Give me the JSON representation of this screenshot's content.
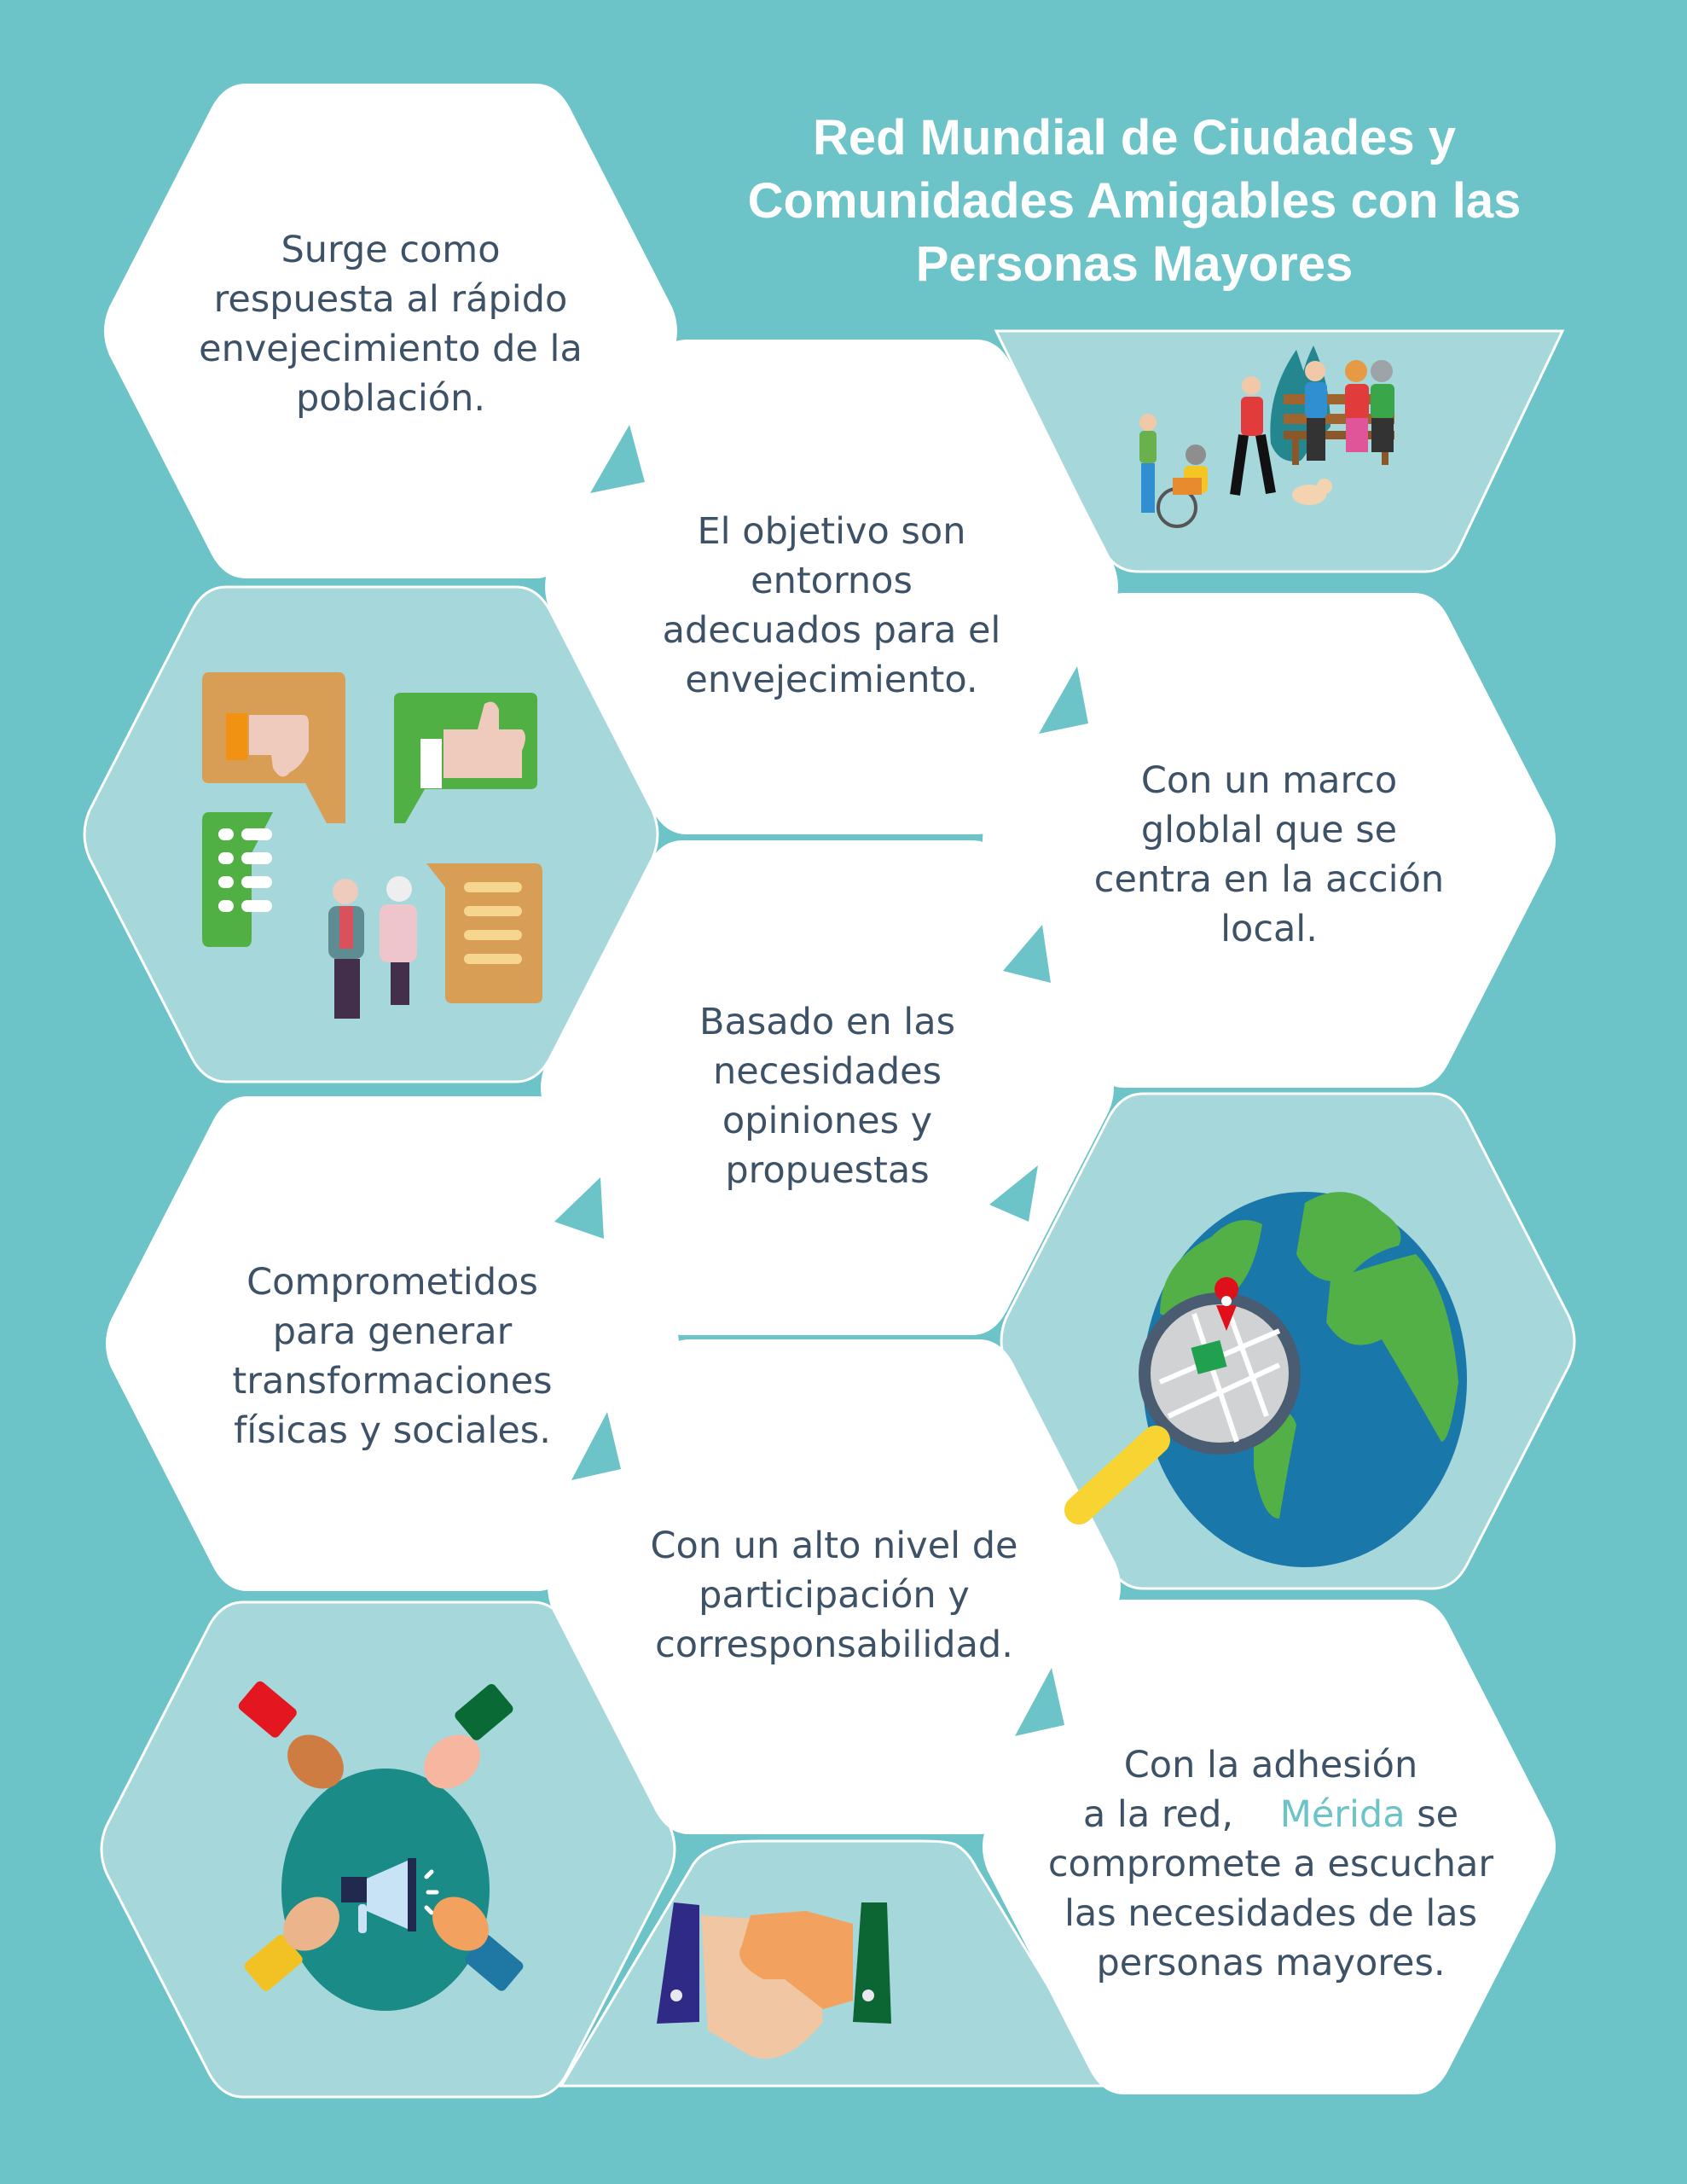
{
  "title": {
    "lines": [
      "Red Mundial de Ciudades y",
      "Comunidades Amigables con las",
      "Personas Mayores"
    ]
  },
  "colors": {
    "background": "#6cc3c8",
    "hex_white": "#ffffff",
    "hex_image_fill": "#a6d7db",
    "text": "#3d5167",
    "accent": "#6cc3c8"
  },
  "hexagons": {
    "h1": {
      "lines": [
        "Surge como",
        "respuesta al rápido",
        "envejecimiento de la",
        "población."
      ]
    },
    "h2": {
      "lines": [
        "El objetivo son",
        "entornos",
        "adecuados para el",
        "envejecimiento."
      ]
    },
    "h3": {
      "lines": [
        "Con un marco",
        "globlal que se",
        "centra en la acción",
        "local."
      ]
    },
    "h4": {
      "lines": [
        "Basado en las",
        "necesidades",
        "opiniones y",
        "propuestas"
      ]
    },
    "h5": {
      "lines": [
        "Comprometidos",
        "para generar",
        "transformaciones",
        "físicas y sociales."
      ]
    },
    "h6": {
      "lines": [
        "Con un alto nivel de",
        "participación y",
        "corresponsabilidad."
      ]
    },
    "h7": {
      "line1": "Con la adhesión",
      "line2_prefix": "a la red,",
      "line2_accent": "Mérida",
      "line2_suffix": "se",
      "line3": "compromete a escuchar",
      "line4": "las necesidades de las",
      "line5": "personas mayores."
    }
  },
  "illustrations": {
    "top_right": "elderly-people-park-icon",
    "left_1": "feedback-opinions-icon",
    "right_globe": "globe-magnifier-location-icon",
    "bottom_left": "hands-megaphone-icon",
    "bottom_center": "handshake-icon"
  }
}
